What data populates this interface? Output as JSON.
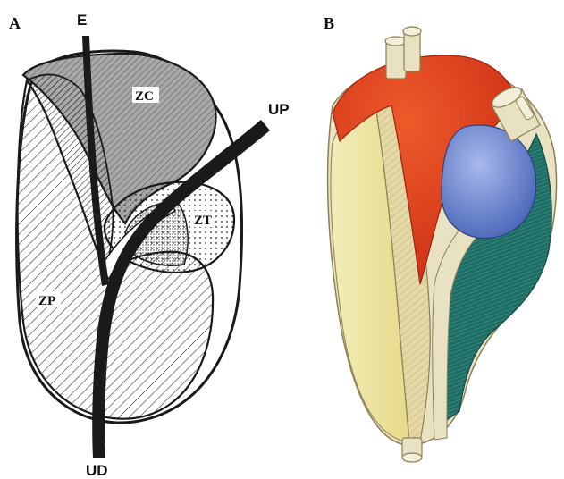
{
  "panels": [
    {
      "letter": "A",
      "labels": {
        "ejaculatory_duct": "E",
        "central_zone": "ZC",
        "urethra_proximal": "UP",
        "transition_zone": "ZT",
        "peripheral_zone": "ZP",
        "urethra_distal": "UD"
      }
    },
    {
      "letter": "B"
    }
  ],
  "colors": {
    "outline": "#1a1a1a",
    "zc_fill": "#a8a8a8",
    "zt_fill": "#f4f4f4",
    "b_red": "#d93a1c",
    "b_yellow": "#efe6a0",
    "b_blue": "#5a78c8",
    "b_teal": "#1f6e66",
    "b_cream": "#e9e2c2"
  }
}
